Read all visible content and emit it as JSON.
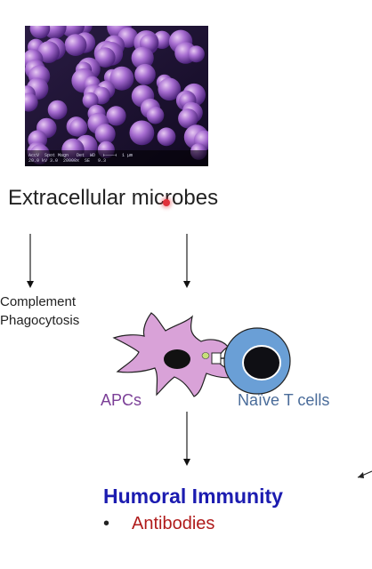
{
  "photo": {
    "icon": "staphylococcus-micrograph",
    "caption": "AccV  Spot Magn   Det  WD   ⊢———⊣  1 μm\n20.0 kV 3.0  20000x  SE   9.3"
  },
  "title": "Extracellular microbes",
  "left_branch": {
    "line1": "Complement",
    "line2": "Phagocytosis"
  },
  "cells": {
    "apc_label": "APCs",
    "tcell_label": "Naïve T cells",
    "apc_color": "#d9a2d8",
    "tcell_color": "#6a9fd6"
  },
  "outcome": {
    "title": "Humoral Immunity",
    "bullet": "•",
    "item": "Antibodies"
  },
  "colors": {
    "title_blue": "#1c1cb0",
    "item_red": "#b01b1b",
    "apc_text": "#7b3f97",
    "tcell_text": "#4a6c9a"
  }
}
